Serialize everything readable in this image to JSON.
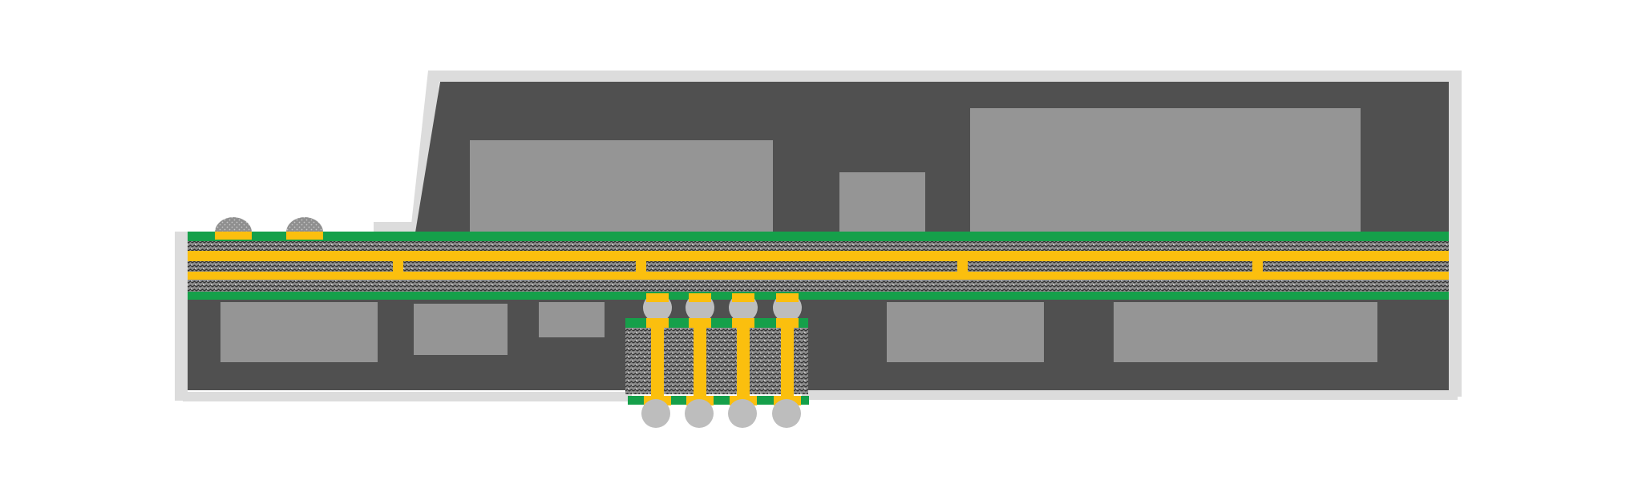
{
  "diagram": {
    "type": "package-cross-section",
    "labels": [],
    "colors": {
      "background": "#ffffff",
      "mold_compound": "#505050",
      "outer_shell": "#dcdcdc",
      "component": "#959595",
      "solder_mask": "#15a04a",
      "copper": "#fbbf0e",
      "substrate_pattern_base": "#8c8c8c",
      "substrate_pattern_ink": "#2f2f2f",
      "solder_ball": "#bdbdbd",
      "dome_ball": "#8f8f8f"
    },
    "counts": {
      "top_components": 3,
      "bottom_components": 5,
      "interposer_pillars": 4,
      "edge_domes": 2,
      "via_columns": 4
    }
  }
}
